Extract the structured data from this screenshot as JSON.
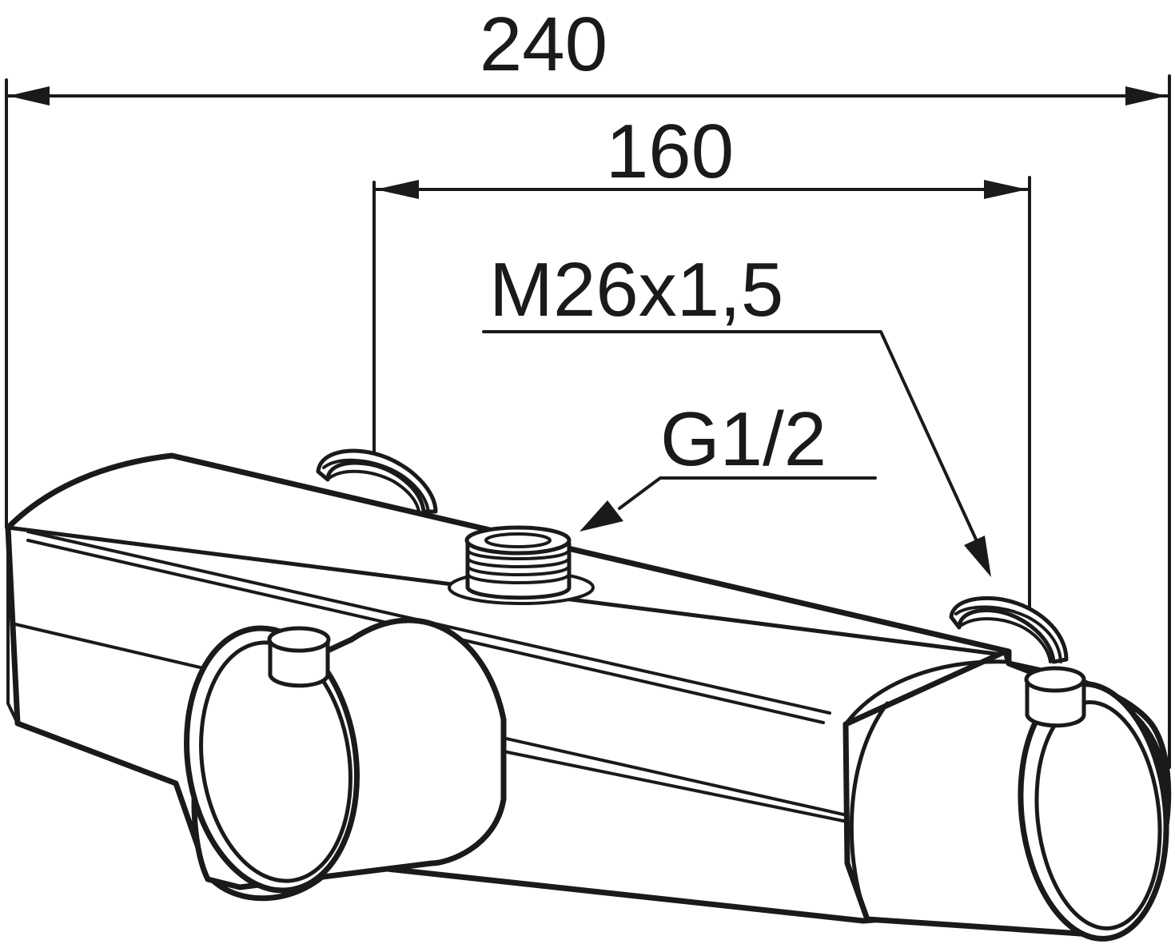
{
  "dimensions": {
    "overall_width": "240",
    "connection_spacing": "160"
  },
  "callouts": {
    "outlet_thread": "M26x1,5",
    "inlet_thread": "G1/2"
  },
  "colors": {
    "line": "#1a1a1a",
    "background": "#ffffff"
  }
}
